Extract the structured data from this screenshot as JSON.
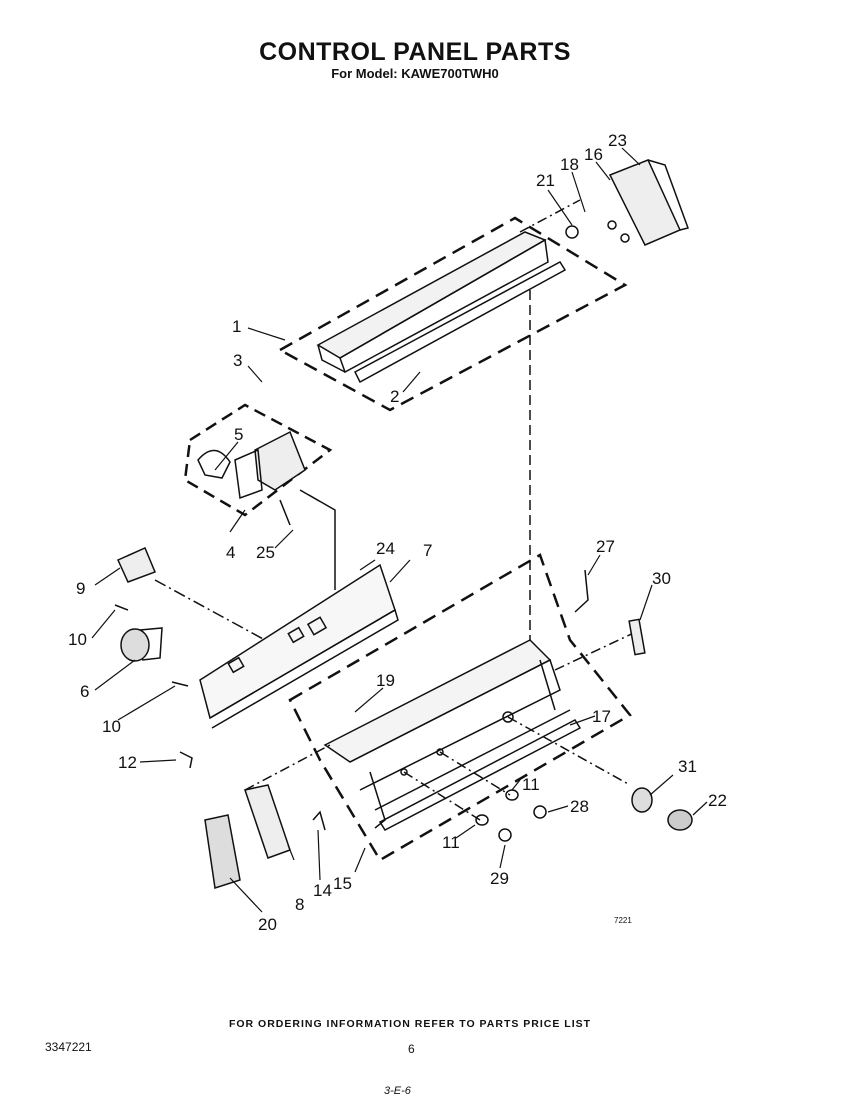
{
  "header": {
    "title": "CONTROL PANEL PARTS",
    "subtitle": "For Model: KAWE700TWH0"
  },
  "footer": {
    "ordering_note": "FOR ORDERING INFORMATION REFER TO PARTS PRICE LIST",
    "document_number": "3347221",
    "page_number": "6",
    "page_reference": "3-E-6",
    "image_code": "7221"
  },
  "part_labels": [
    "1",
    "2",
    "3",
    "4",
    "5",
    "6",
    "7",
    "8",
    "9",
    "10",
    "10",
    "11",
    "11",
    "12",
    "14",
    "15",
    "16",
    "17",
    "18",
    "19",
    "20",
    "21",
    "22",
    "23",
    "24",
    "25",
    "27",
    "28",
    "29",
    "30",
    "31"
  ]
}
